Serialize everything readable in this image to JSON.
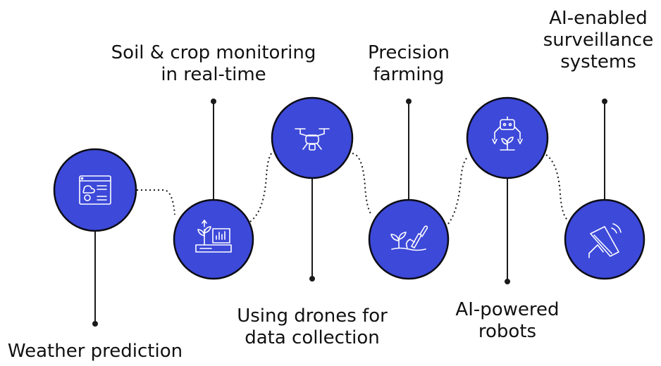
{
  "colors": {
    "circle_fill": "#3d49d9",
    "circle_stroke": "#0c0c14",
    "icon_stroke": "#ffffff",
    "line": "#1a1a1a",
    "text": "#111111"
  },
  "steps": [
    {
      "icon": "weather-dashboard-icon",
      "label": "Weather prediction"
    },
    {
      "icon": "plant-monitor-icon",
      "label": "Soil & crop monitoring\nin real-time"
    },
    {
      "icon": "drone-icon",
      "label": "Using drones for\ndata collection"
    },
    {
      "icon": "hand-trowel-sprout-icon",
      "label": "Precision\nfarming"
    },
    {
      "icon": "robot-arms-icon",
      "label": "AI-powered\nrobots"
    },
    {
      "icon": "surveillance-camera-icon",
      "label": "AI-enabled\nsurveillance\nsystems"
    }
  ]
}
